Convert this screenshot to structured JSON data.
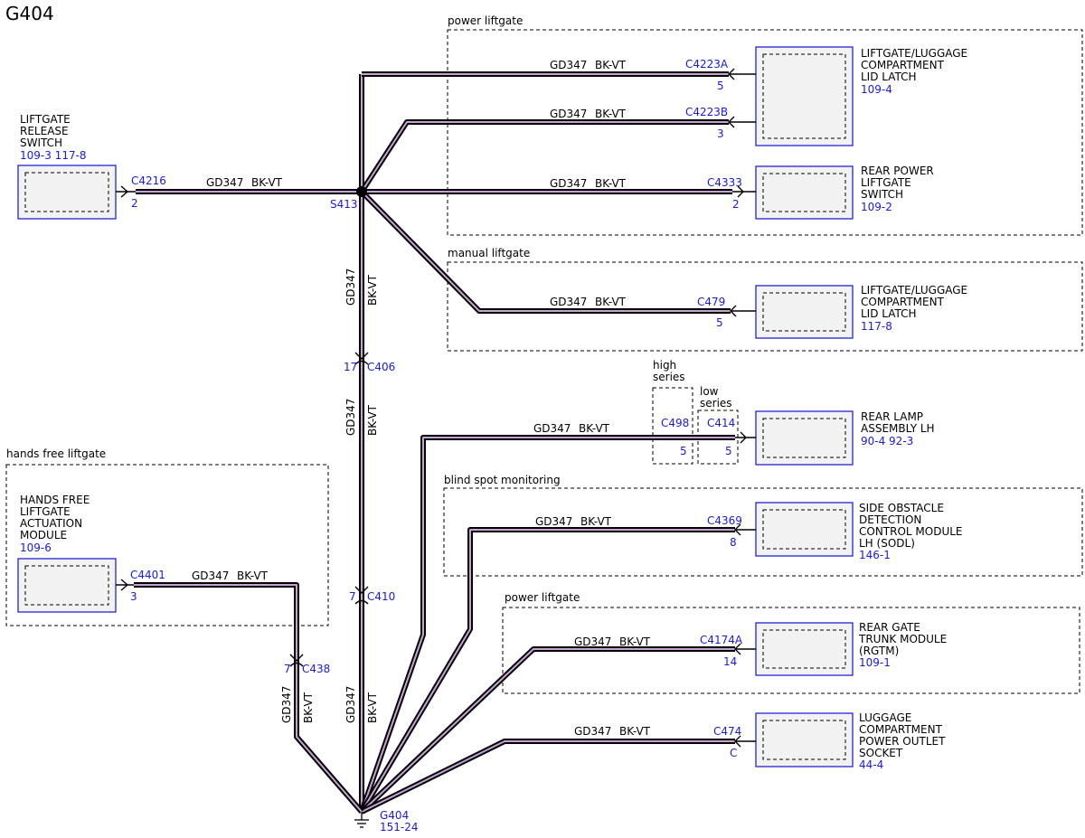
{
  "title": "G404",
  "wire": {
    "circuit": "GD347",
    "color": "BK-VT"
  },
  "groups": {
    "power_liftgate_top": "power liftgate",
    "manual_liftgate": "manual liftgate",
    "hands_free_liftgate": "hands free liftgate",
    "high_series": [
      "high",
      "series"
    ],
    "low_series": [
      "low",
      "series"
    ],
    "blind_spot_monitoring": "blind spot monitoring",
    "power_liftgate_lower": "power liftgate"
  },
  "components": {
    "liftgate_release_switch": {
      "name": [
        "LIFTGATE",
        "RELEASE",
        "SWITCH"
      ],
      "ref": "109-3 117-8"
    },
    "lid_latch_power": {
      "name": [
        "LIFTGATE/LUGGAGE",
        "COMPARTMENT",
        "LID LATCH"
      ],
      "ref": "109-4"
    },
    "rear_power_liftgate_switch": {
      "name": [
        "REAR POWER",
        "LIFTGATE",
        "SWITCH"
      ],
      "ref": "109-2"
    },
    "lid_latch_manual": {
      "name": [
        "LIFTGATE/LUGGAGE",
        "COMPARTMENT",
        "LID LATCH"
      ],
      "ref": "117-8"
    },
    "rear_lamp_assembly": {
      "name": [
        "REAR LAMP",
        "ASSEMBLY LH"
      ],
      "ref": "90-4   92-3"
    },
    "sodl": {
      "name": [
        "SIDE OBSTACLE",
        "DETECTION",
        "CONTROL MODULE",
        "LH (SODL)"
      ],
      "ref": "146-1"
    },
    "rgtm": {
      "name": [
        "REAR GATE",
        "TRUNK MODULE",
        "(RGTM)"
      ],
      "ref": "109-1"
    },
    "power_outlet": {
      "name": [
        "LUGGAGE",
        "COMPARTMENT",
        "POWER OUTLET",
        "SOCKET"
      ],
      "ref": "44-4"
    },
    "hands_free_module": {
      "name": [
        "HANDS FREE",
        "LIFTGATE",
        "ACTUATION",
        "MODULE"
      ],
      "ref": "109-6"
    }
  },
  "connectors": {
    "c4216": {
      "id": "C4216",
      "pin": "2"
    },
    "c4223a": {
      "id": "C4223A",
      "pin": "5"
    },
    "c4223b": {
      "id": "C4223B",
      "pin": "3"
    },
    "c4333": {
      "id": "C4333",
      "pin": "2"
    },
    "c479": {
      "id": "C479",
      "pin": "5"
    },
    "c406": {
      "id": "C406",
      "pin": "17"
    },
    "c410": {
      "id": "C410",
      "pin": "7"
    },
    "c498": {
      "id": "C498",
      "pin": "5"
    },
    "c414": {
      "id": "C414",
      "pin": "5"
    },
    "c4369": {
      "id": "C4369",
      "pin": "8"
    },
    "c4174a": {
      "id": "C4174A",
      "pin": "14"
    },
    "c474": {
      "id": "C474",
      "pin": "C"
    },
    "c4401": {
      "id": "C4401",
      "pin": "3"
    },
    "c438": {
      "id": "C438",
      "pin": "7"
    }
  },
  "splice": {
    "id": "S413"
  },
  "ground": {
    "id": "G404",
    "ref": "151-24"
  }
}
